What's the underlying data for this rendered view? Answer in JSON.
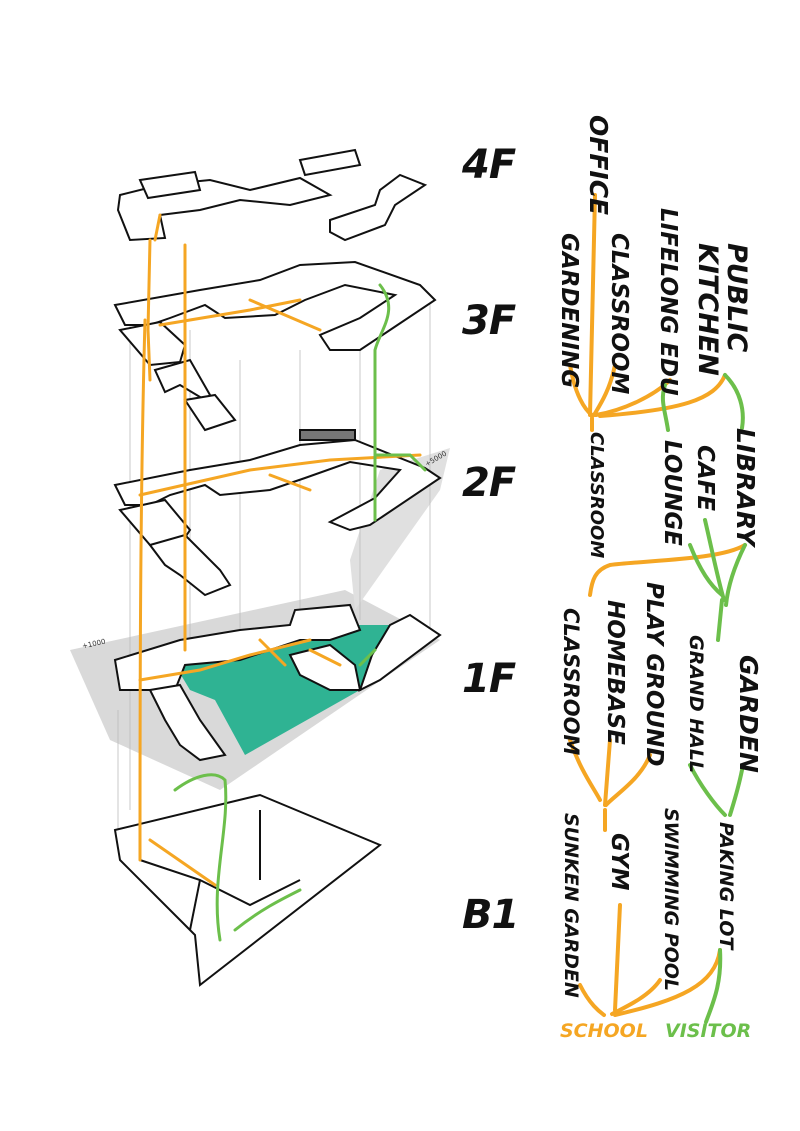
{
  "floors": [
    "4F",
    "3F",
    "2F",
    "1F",
    "B1"
  ],
  "elevations": [
    "+1000",
    "+5000"
  ],
  "flow_tree": {
    "nodes": {
      "office": "OFFICE",
      "gardening": "GARDENING",
      "classroom_3f": "CLASSROOM",
      "lifelong_edu": "LIFELONG EDU",
      "public_kitchen_line1": "PUBLIC",
      "public_kitchen_line2": "KITCHEN",
      "classroom_2f": "CLASSROOM",
      "lounge": "LOUNGE",
      "cafe": "CAFE",
      "library": "LIBRARY",
      "classroom_1f": "CLASSROOM",
      "homebase": "HOMEBASE",
      "play_ground": "PLAY GROUND",
      "grand_hall": "GRAND HALL",
      "garden": "GARDEN",
      "sunken_garden": "SUNKEN GARDEN",
      "gym": "GYM",
      "swimming_pool": "SWIMMING POOL",
      "paking_lot": "PAKING LOT"
    },
    "legend": {
      "school": "SCHOOL",
      "visitor": "VISITOR"
    }
  },
  "colors": {
    "school": "#f5a623",
    "visitor": "#6cbf4b",
    "courtyard": "#2fb393",
    "shadow": "#d9d9d9",
    "line": "#111111"
  }
}
